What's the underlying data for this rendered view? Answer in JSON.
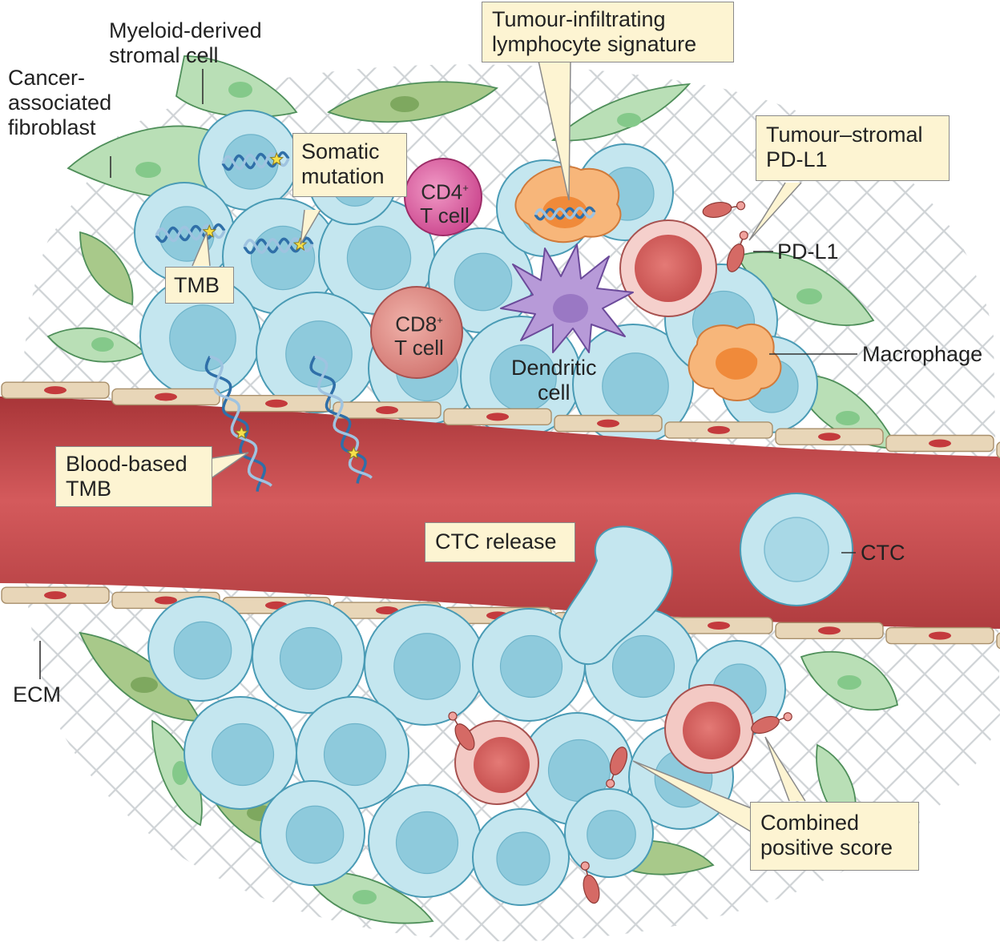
{
  "labels": {
    "cancer_associated_fibroblast": "Cancer-\nassociated\nfibroblast",
    "myeloid_derived_stromal_cell": "Myeloid-derived\nstromal cell",
    "ecm": "ECM",
    "pd_l1": "PD-L1",
    "macrophage": "Macrophage",
    "ctc": "CTC",
    "dendritic_cell": "Dendritic\ncell"
  },
  "cell_labels": {
    "cd4": "CD4",
    "cd8": "CD8",
    "plus": "+",
    "t_cell": "T cell"
  },
  "boxes": {
    "til_signature": "Tumour-infiltrating\nlymphocyte signature",
    "somatic_mutation": "Somatic\nmutation",
    "tumour_stromal_pdl1": "Tumour–stromal\nPD-L1",
    "tmb": "TMB",
    "blood_based_tmb": "Blood-based\nTMB",
    "ctc_release": "CTC release",
    "combined_positive_score": "Combined\npositive score"
  },
  "colors": {
    "tumour_cell": "#c4e6ef",
    "tumour_nucleus": "#8ecadc",
    "cell_outline": "#4a9bb5",
    "fibroblast": "#b9dfb6",
    "fibroblast_nucleus": "#84c98a",
    "vessel": "#c9474a",
    "endothelium": "#e8d6b8",
    "cd4_t_cell": "#d5559a",
    "cd8_t_cell": "#dc8e88",
    "dendritic_cell": "#a684c8",
    "macrophage": "#f2a35f",
    "pd_l1": "#d56a65",
    "box_fill": "#fdf4d2",
    "ecm_grid": "#cfd3d6"
  }
}
